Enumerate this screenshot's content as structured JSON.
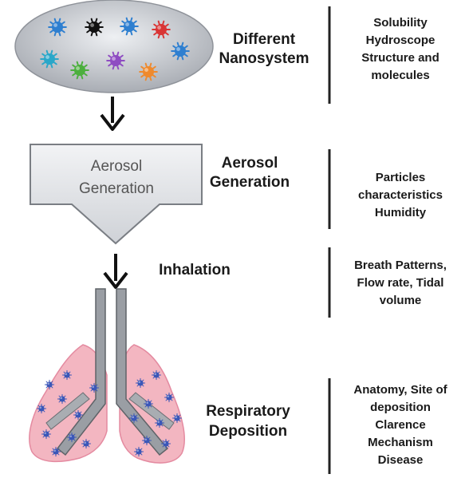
{
  "stages": [
    {
      "id": "nanosystem",
      "title_lines": [
        "Different",
        "Nanosystem"
      ],
      "property_lines": [
        "Solubility",
        "Hydroscope",
        "Structure and",
        "molecules"
      ]
    },
    {
      "id": "aerosol",
      "title_lines": [
        "Aerosol",
        "Generation"
      ],
      "property_lines": [
        "Particles",
        "characteristics",
        "Humidity"
      ]
    },
    {
      "id": "inhalation",
      "title_lines": [
        "Inhalation"
      ],
      "property_lines": [
        "Breath Patterns,",
        "Flow rate, Tidal",
        "volume"
      ]
    },
    {
      "id": "deposition",
      "title_lines": [
        "Respiratory",
        "Deposition"
      ],
      "property_lines": [
        "Anatomy, Site of",
        "deposition",
        "Clarence",
        "Mechanism",
        "Disease"
      ]
    }
  ],
  "aerosol_box": {
    "lines": [
      "Aerosol",
      "Generation"
    ]
  },
  "nanoparticles": [
    {
      "color": "#2e7fd0"
    },
    {
      "color": "#111111"
    },
    {
      "color": "#2e7fd0"
    },
    {
      "color": "#d93535"
    },
    {
      "color": "#2aa7c9"
    },
    {
      "color": "#4caf3e"
    },
    {
      "color": "#8e4cc2"
    },
    {
      "color": "#ef8a2e"
    },
    {
      "color": "#2e7fd0"
    }
  ],
  "colors": {
    "ellipse_fill": "#bfc2c8",
    "box_fill": "#dcdfe3",
    "box_stroke": "#7a7e84",
    "lung_fill": "#f3b6c1",
    "lung_stroke": "#e48aa0",
    "tube_fill": "#9a9ea4",
    "deposit_particle": "#3b57b8"
  }
}
